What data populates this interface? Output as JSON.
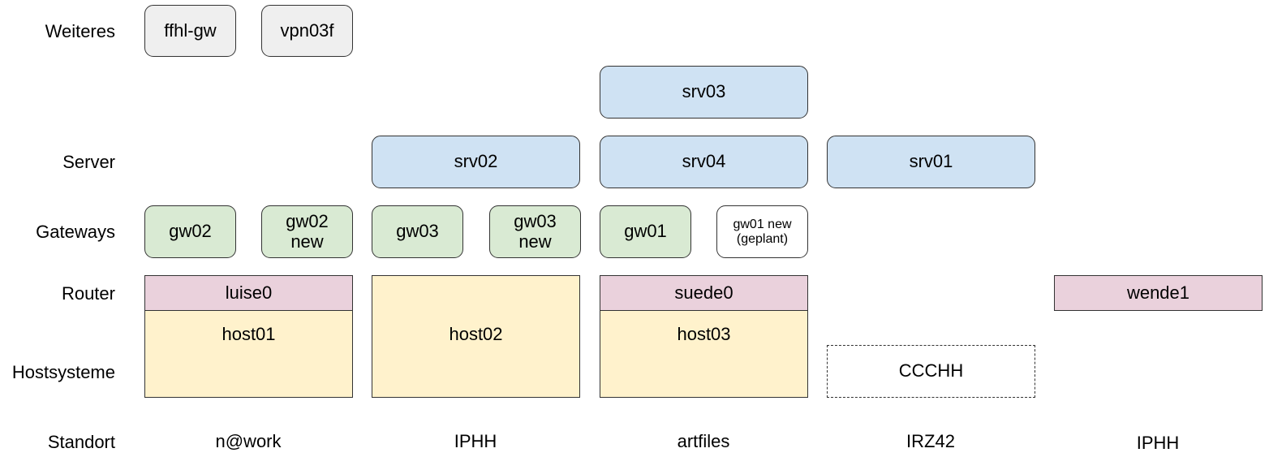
{
  "rows": {
    "weiteres": "Weiteres",
    "server": "Server",
    "gateways": "Gateways",
    "router": "Router",
    "hostsysteme": "Hostsysteme",
    "standort": "Standort"
  },
  "weiteres": [
    "ffhl-gw",
    "vpn03f"
  ],
  "servers": [
    "srv03",
    "srv02",
    "srv04",
    "srv01"
  ],
  "gateways": [
    "gw02",
    "gw02\nnew",
    "gw03",
    "gw03\nnew",
    "gw01",
    "gw01 new\n(geplant)"
  ],
  "routers": [
    "luise0",
    "suede0",
    "wende1"
  ],
  "hosts": [
    "host01",
    "host02",
    "host03",
    "CCCHH"
  ],
  "standorte": [
    "n@work",
    "IPHH",
    "artfiles",
    "IRZ42",
    "IPHH"
  ],
  "colors": {
    "weiteres": "#efefef",
    "server": "#cfe2f3",
    "gateway": "#d9ead3",
    "router": "#ead1dc",
    "host": "#fff2cc"
  }
}
